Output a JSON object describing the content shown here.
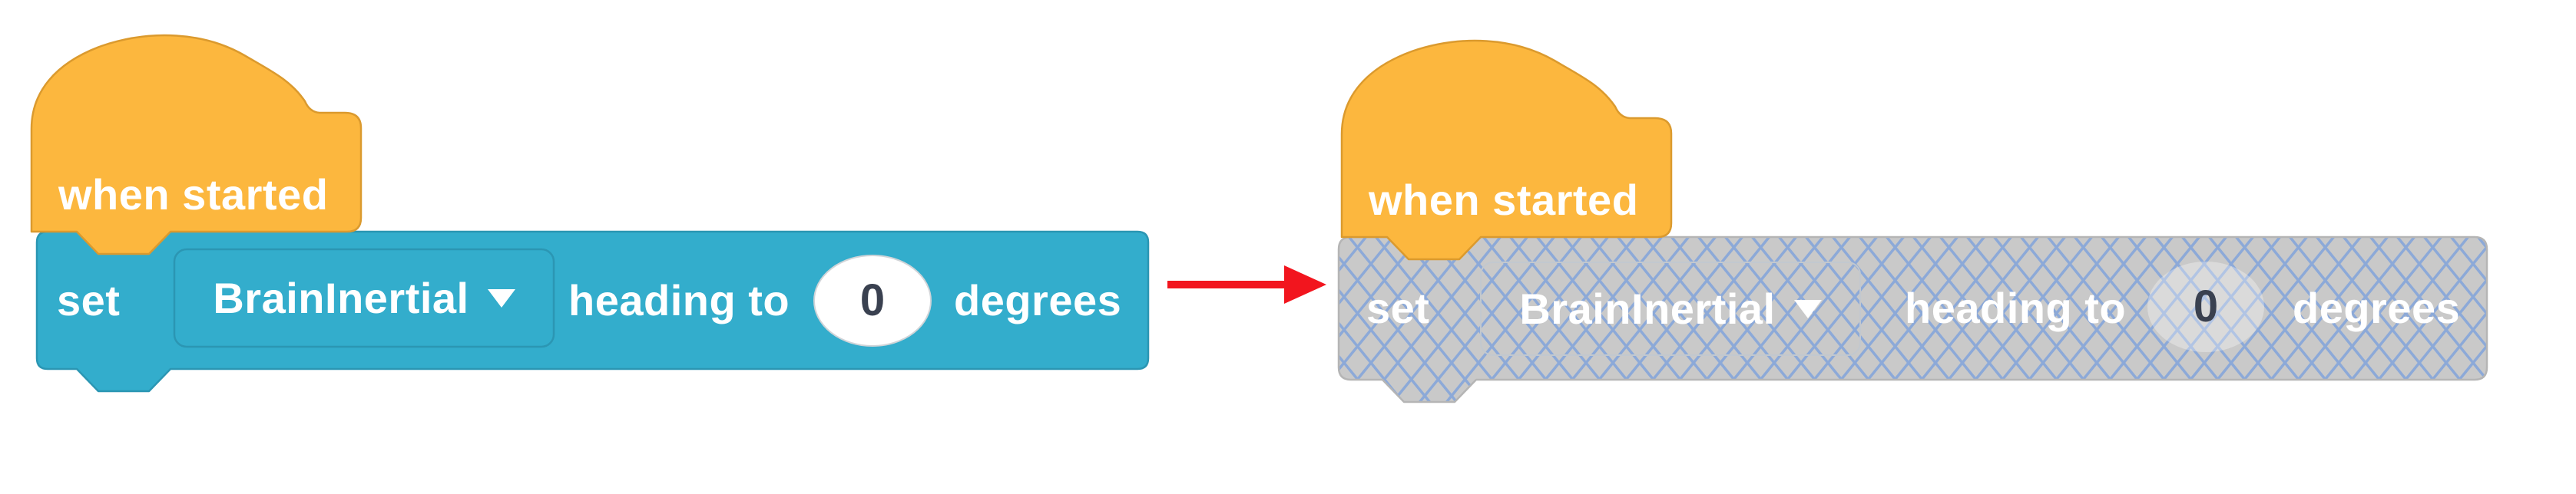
{
  "colors": {
    "hat_fill": "#FCB73E",
    "hat_border": "#DB9A2E",
    "block_fill": "#33ADCC",
    "block_border": "#2B96B3",
    "disabled_fill": "#C9C9C9",
    "disabled_border": "#B5B5B5",
    "disabled_hatch_line": "#8CA9D8",
    "arrow_red": "#F2151E",
    "label_text": "#FFFFFF",
    "value_text": "#3A4150",
    "value_field_fill": "#FFFFFF"
  },
  "icons": {
    "dropdown_arrow": "triangle-down",
    "transition_arrow": "red-arrow-right"
  },
  "left_script": {
    "state": "enabled",
    "hat_label": "when started",
    "block": {
      "verb": "set",
      "device": "BrainInertial",
      "phrase": "heading to",
      "value": "0",
      "unit": "degrees"
    }
  },
  "right_script": {
    "state": "disabled",
    "hat_label": "when started",
    "block": {
      "verb": "set",
      "device": "BrainInertial",
      "phrase": "heading to",
      "value": "0",
      "unit": "degrees"
    }
  }
}
